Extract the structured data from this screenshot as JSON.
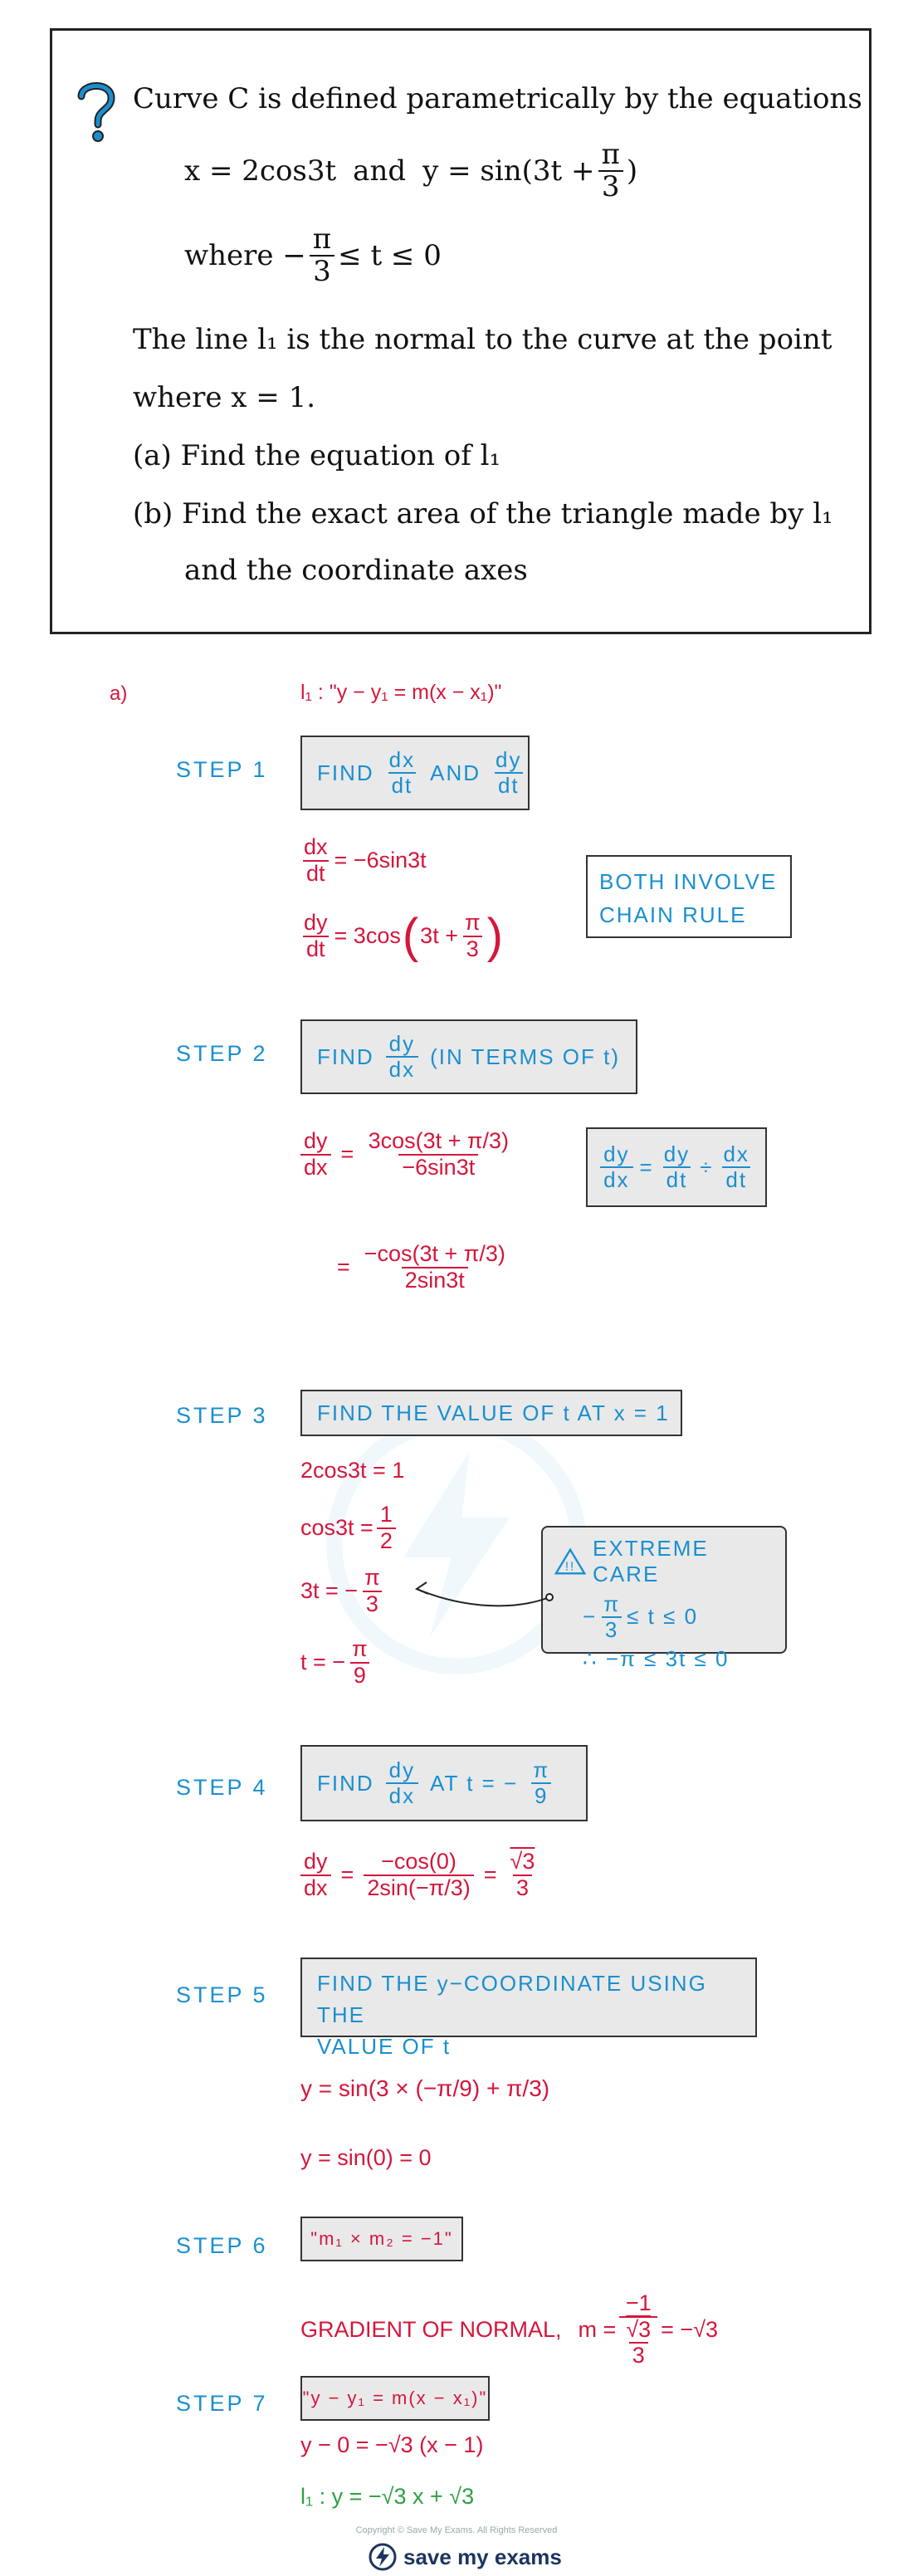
{
  "question": {
    "line1": "Curve C is defined parametrically by the equations",
    "eq_x": "x = 2cos3t",
    "eq_and": "and",
    "eq_y_prefix": "y = sin(3t +",
    "pi": "π",
    "three": "3",
    "eq_y_suffix": ")",
    "where_prefix": "where  −",
    "where_suffix": "≤ t ≤ 0",
    "line_l1a": "The line l₁ is the normal to the curve at the point",
    "line_l1b": "where x = 1.",
    "part_a": "(a)  Find the equation of l₁",
    "part_b1": "(b)  Find the exact area of the triangle made by l₁",
    "part_b2": "and the coordinate axes"
  },
  "solution": {
    "part_label": "a)",
    "formula_top": "l₁ : \"y − y₁ = m(x − x₁)\"",
    "steps": [
      {
        "label": "STEP 1",
        "box": "FIND dx/dt AND dy/dt"
      },
      {
        "label": "STEP 2",
        "box": "FIND dy/dx (IN TERMS OF t)"
      },
      {
        "label": "STEP 3",
        "box": "FIND THE VALUE OF t AT x = 1"
      },
      {
        "label": "STEP 4",
        "box": "FIND dy/dx AT t = −π/9"
      },
      {
        "label": "STEP 5",
        "box_line1": "FIND THE y−COORDINATE USING THE",
        "box_line2": "VALUE OF t"
      },
      {
        "label": "STEP 6",
        "box": "\"m₁ × m₂ = −1\""
      },
      {
        "label": "STEP 7",
        "box": "\"y − y₁ = m(x − x₁)\""
      }
    ],
    "step1": {
      "find": "FIND",
      "and": "AND",
      "dxdt_rhs": "= −6sin3t",
      "dydt_rhs_pre": "= 3cos",
      "note_line1": "BOTH   INVOLVE",
      "note_line2": "CHAIN   RULE"
    },
    "step2": {
      "find": "FIND",
      "rest": "(IN  TERMS  OF  t)",
      "num1": "3cos(3t + π/3)",
      "den1": "−6sin3t",
      "num2": "−cos(3t + π/3)",
      "den2": "2sin3t",
      "rule_div": "÷"
    },
    "step3": {
      "l1": "2cos3t = 1",
      "l2_pre": "cos3t =",
      "l3_pre": "3t = −",
      "l4_pre": "t = −",
      "care_title": "EXTREME  CARE",
      "care_l1_post": "≤ t ≤ 0",
      "care_l2": "∴ −π ≤ 3t ≤ 0"
    },
    "step4": {
      "find": "FIND",
      "at": "AT   t = −",
      "num": "−cos(0)",
      "den": "2sin(−π/3)",
      "eq": "=",
      "res_num": "√3",
      "res_den": "3"
    },
    "step5": {
      "l1": "y = sin(3 × (−π/9) + π/3)",
      "l2": "y = sin(0) = 0"
    },
    "step6": {
      "text": "GRADIENT   OF   NORMAL,",
      "m": "m =",
      "num": "−1",
      "den_num": "√3",
      "den_den": "3",
      "res": "= −√3"
    },
    "step7": {
      "l1": "y − 0 = −√3 (x − 1)",
      "l2": "l₁ : y = −√3 x + √3"
    }
  },
  "footer": {
    "copyright": "Copyright © Save My Exams. All Rights Reserved",
    "brand": "save my exams"
  },
  "colors": {
    "red": "#d4163c",
    "blue": "#1a8fcf",
    "green": "#2ea043",
    "navy": "#1c355e"
  }
}
